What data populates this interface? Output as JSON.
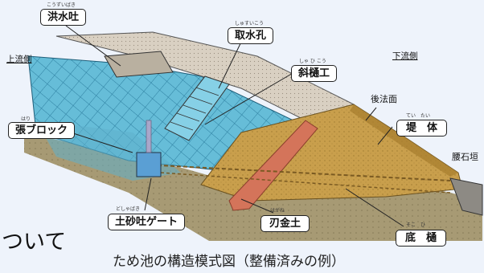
{
  "labels": {
    "spillway": "洪水吐",
    "spillway_ruby": "こうずいばき",
    "intake_hole": "取水孔",
    "intake_hole_ruby": "しゅすいこう",
    "sloped_conduit": "斜樋工",
    "sloped_conduit_ruby": "しゃ ひ こう",
    "upstream_side": "上流側",
    "downstream_side": "下流側",
    "back_slope": "後法面",
    "embankment": "堤　体",
    "embankment_ruby": "てい　たい",
    "riprap_block": "張ブロック",
    "riprap_block_ruby": "はり",
    "retaining_wall": "腰石垣",
    "sediment_gate": "土砂吐ゲート",
    "sediment_gate_ruby": "どしゃばき",
    "core_clay": "刃金土",
    "core_clay_ruby": "はがね",
    "bottom_conduit": "底　樋",
    "bottom_conduit_ruby": "そこ　ひ"
  },
  "page_fragment": "ついて",
  "caption": "ため池の構造模式図（整備済みの例）",
  "colors": {
    "water_grid": "#62bcd8",
    "embankment": "#c89d4a",
    "core_clay": "#d4745a",
    "crest": "#d8cfc0",
    "ground": "#a99c76"
  }
}
